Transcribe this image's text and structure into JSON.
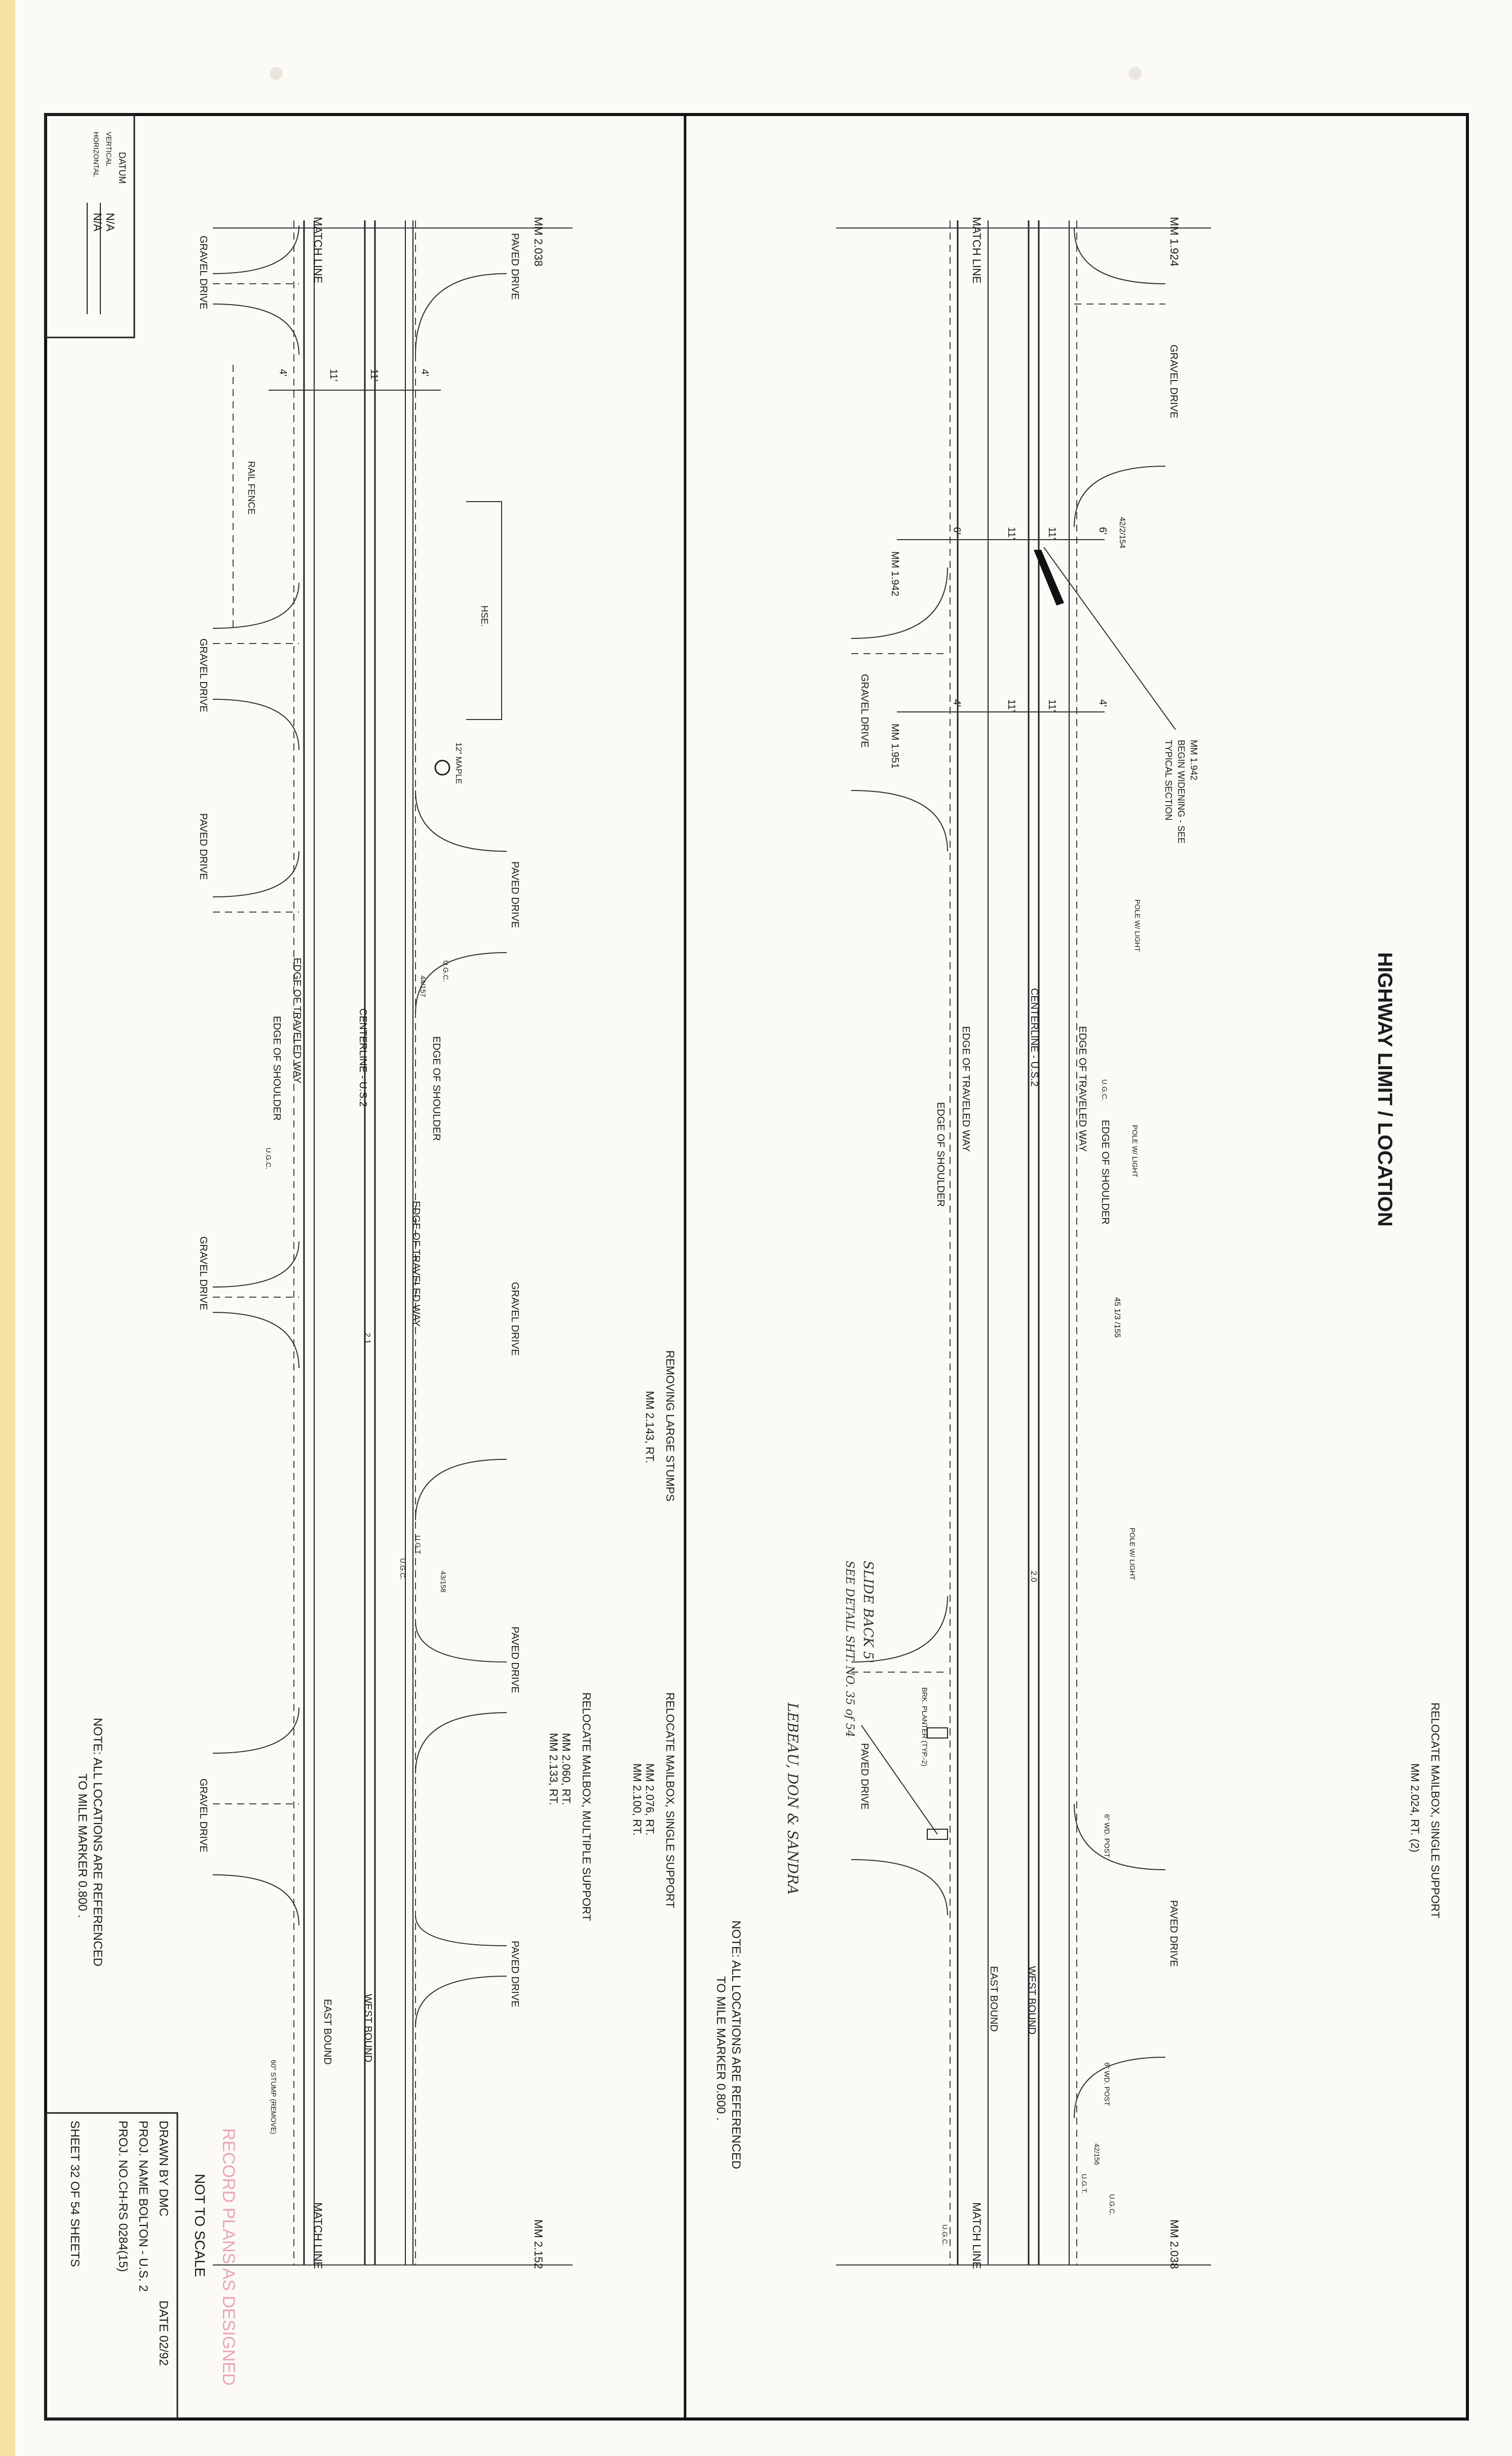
{
  "title": "HIGHWAY LIMIT / LOCATION",
  "datum": {
    "heading": "DATUM",
    "vertical_label": "VERTICAL",
    "vertical_value": "N/A",
    "horizontal_label": "HORIZONTAL",
    "horizontal_value": "N/A"
  },
  "panels": {
    "left": {
      "match_line": "MATCH LINE",
      "mm_top": "MM 2.038",
      "mm_bottom": "MM 2.152",
      "note": "NOTE:  ALL LOCATIONS ARE REFERENCED",
      "note2": "TO MILE MARKER 0.800 .",
      "labels": {
        "paved_drive_a": "PAVED DRIVE",
        "paved_drive_b": "PAVED DRIVE",
        "paved_drive_c": "PAVED DRIVE",
        "paved_drive_d": "PAVED DRIVE",
        "paved_drive_e": "PAVED DRIVE",
        "gravel_drive_a": "GRAVEL DRIVE",
        "gravel_drive_b": "GRAVEL DRIVE",
        "gravel_drive_c": "GRAVEL DRIVE",
        "gravel_drive_d": "GRAVEL DRIVE",
        "gravel_drive_e": "GRAVEL DRIVE",
        "rail_fence": "RAIL FENCE",
        "hse": "HSE.",
        "maple": "12\" MAPLE",
        "edge_tw_a": "EDGE OF TRAVELED WAY",
        "edge_sh_a": "EDGE OF SHOULDER",
        "centerline": "CENTERLINE - U.S.2",
        "edge_sh_b": "EDGE OF SHOULDER",
        "edge_tw_b": "EDGE OF TRAVELED WAY",
        "ugc_a": "U.G.C.",
        "pole_a": "44/157",
        "ugc_b": "U.G.C.",
        "ugt": "U.G.T.",
        "ugc_c": "U.G.C.",
        "pole_b": "43/158",
        "station": "2.1",
        "west_bound": "WEST BOUND",
        "east_bound": "EAST BOUND",
        "stump": "60\" STUMP (REMOVE)",
        "remove_stumps": "REMOVING LARGE STUMPS",
        "remove_stumps_mm": "MM 2.143, RT.",
        "relocate_single": "RELOCATE MAILBOX, SINGLE SUPPORT",
        "relocate_single_mm1": "MM 2.076, RT.",
        "relocate_single_mm2": "MM 2.100, RT.",
        "relocate_multi": "RELOCATE MAILBOX, MULTIPLE SUPPORT",
        "relocate_multi_mm1": "MM 2.060, RT.",
        "relocate_multi_mm2": "MM 2.133, RT.",
        "dim_4a": "4'",
        "dim_11a": "11'",
        "dim_11b": "11'",
        "dim_4b": "4'"
      }
    },
    "right": {
      "match_line": "MATCH LINE",
      "mm_top": "MM 1.924",
      "mm_bottom": "MM 2.038",
      "note": "NOTE:  ALL LOCATIONS ARE REFERENCED",
      "note2": "TO MILE MARKER 0.800 .",
      "labels": {
        "gravel_drive_a": "GRAVEL DRIVE",
        "gravel_drive_b": "GRAVEL DRIVE",
        "paved_drive_a": "PAVED DRIVE",
        "paved_drive_b": "PAVED DRIVE",
        "mm_1942": "MM 1.942",
        "mm_1951": "MM 1.951",
        "widen_1": "MM 1.942",
        "widen_2": "BEGIN WIDENING - SEE",
        "widen_3": "TYPICAL SECTION",
        "pole_154": "42/2/154",
        "pole_light_a": "POLE W/ LIGHT",
        "pole_light_b": "POLE W/ LIGHT",
        "pole_light_c": "POLE W/ LIGHT",
        "pole_155": "45 1/3 /155",
        "edge_tw_a": "EDGE OF TRAVELED WAY",
        "edge_sh_a": "EDGE OF SHOULDER",
        "centerline": "CENTERLINE - U.S.2",
        "edge_tw_b": "EDGE OF TRAVELED WAY",
        "edge_sh_b": "EDGE OF SHOULDER",
        "ugc_a": "U.G.C.",
        "ugc_b": "U.G.C.",
        "ugt": "U.G.T.",
        "ugc_c": "U.G.C.",
        "pole_156": "42/156",
        "station": "2.0",
        "west_bound": "WEST BOUND",
        "east_bound": "EAST BOUND",
        "wd_post_a": "6\" WD. POST",
        "wd_post_b": "6\" WD. POST",
        "brk_planter": "BRK. PLANTER (TYP.-2)",
        "slide_back": "SLIDE BACK 5'",
        "see_detail": "SEE DETAIL SHT. NO. 35 of 54",
        "owner": "LEBEAU, DON & SANDRA",
        "relocate_single": "RELOCATE MAILBOX, SINGLE SUPPORT",
        "relocate_single_mm": "MM 2.024, RT. (2)",
        "dim_6a": "6'",
        "dim_11a": "11'",
        "dim_11b": "11'",
        "dim_6b": "6'",
        "dim_4a": "4'",
        "dim_11c": "11'",
        "dim_11d": "11'",
        "dim_4b": "4'"
      }
    }
  },
  "title_block": {
    "drawn_by": "DRAWN BY DMC",
    "date": "DATE 02/92",
    "proj_name": "PROJ.  NAME BOLTON - U.S. 2",
    "proj_no": "PROJ.  NO.CH-RS 0284(15)",
    "sheet": "SHEET 32 OF 54 SHEETS",
    "not_to_scale": "NOT TO SCALE",
    "stamp": "RECORD PLANS AS DESIGNED"
  }
}
